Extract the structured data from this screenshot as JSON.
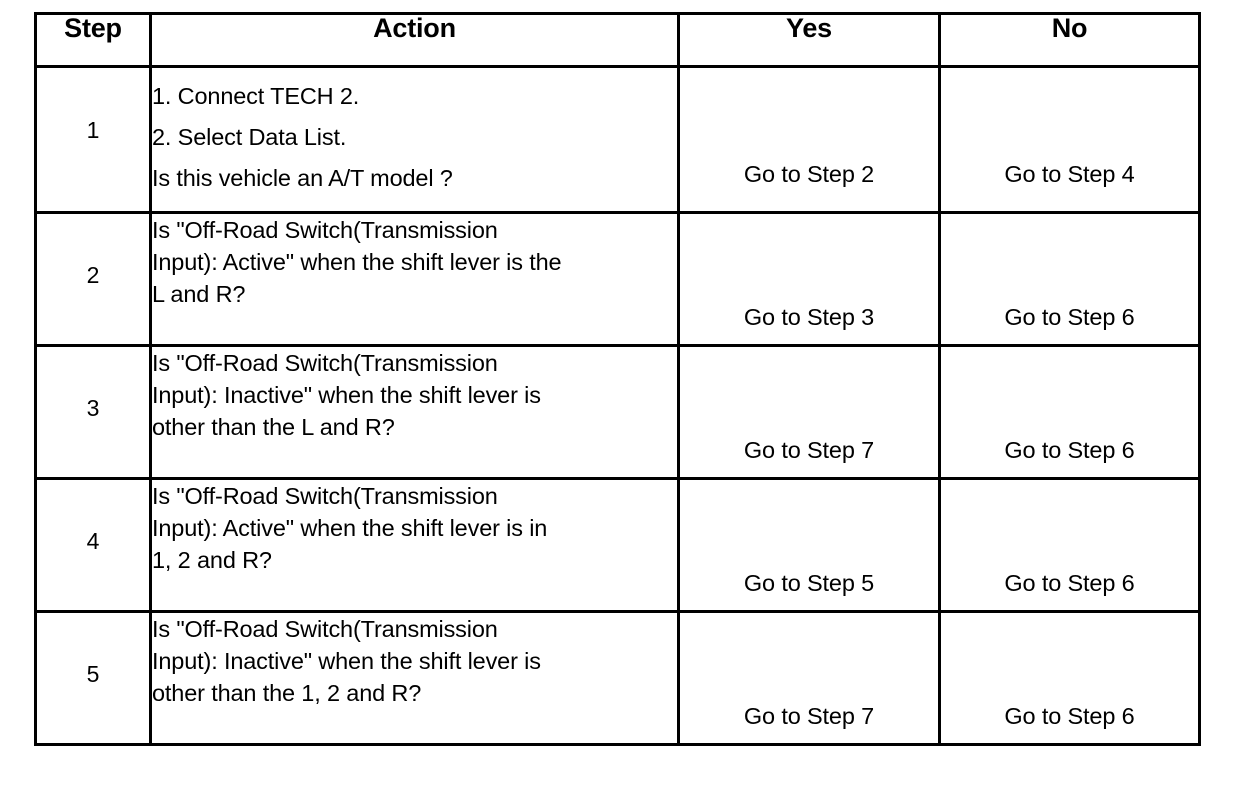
{
  "table": {
    "headers": {
      "step": "Step",
      "action": "Action",
      "yes": "Yes",
      "no": "No"
    },
    "rows": [
      {
        "step": "1",
        "action_lines": [
          "1. Connect TECH 2.",
          "2. Select Data List.",
          "Is this vehicle an A/T model ?"
        ],
        "yes": "Go to Step 2",
        "no": "Go to Step 4"
      },
      {
        "step": "2",
        "action_lines": [
          "Is \"Off-Road Switch(Transmission",
          "Input): Active\" when the shift lever is the",
          "L and R?"
        ],
        "yes": "Go to Step 3",
        "no": "Go to Step 6"
      },
      {
        "step": "3",
        "action_lines": [
          "Is \"Off-Road Switch(Transmission",
          "Input): Inactive\" when the shift lever is",
          "other than the L and R?"
        ],
        "yes": "Go to Step 7",
        "no": "Go to Step 6"
      },
      {
        "step": "4",
        "action_lines": [
          "Is \"Off-Road Switch(Transmission",
          "Input): Active\" when the shift lever is in",
          "1, 2 and R?"
        ],
        "yes": "Go to Step 5",
        "no": "Go to Step 6"
      },
      {
        "step": "5",
        "action_lines": [
          "Is \"Off-Road Switch(Transmission",
          "Input): Inactive\" when the shift lever is",
          "other than the 1, 2 and R?"
        ],
        "yes": "Go to Step 7",
        "no": "Go to Step 6"
      }
    ]
  },
  "colors": {
    "background": "#ffffff",
    "text": "#000000",
    "border": "#000000"
  }
}
